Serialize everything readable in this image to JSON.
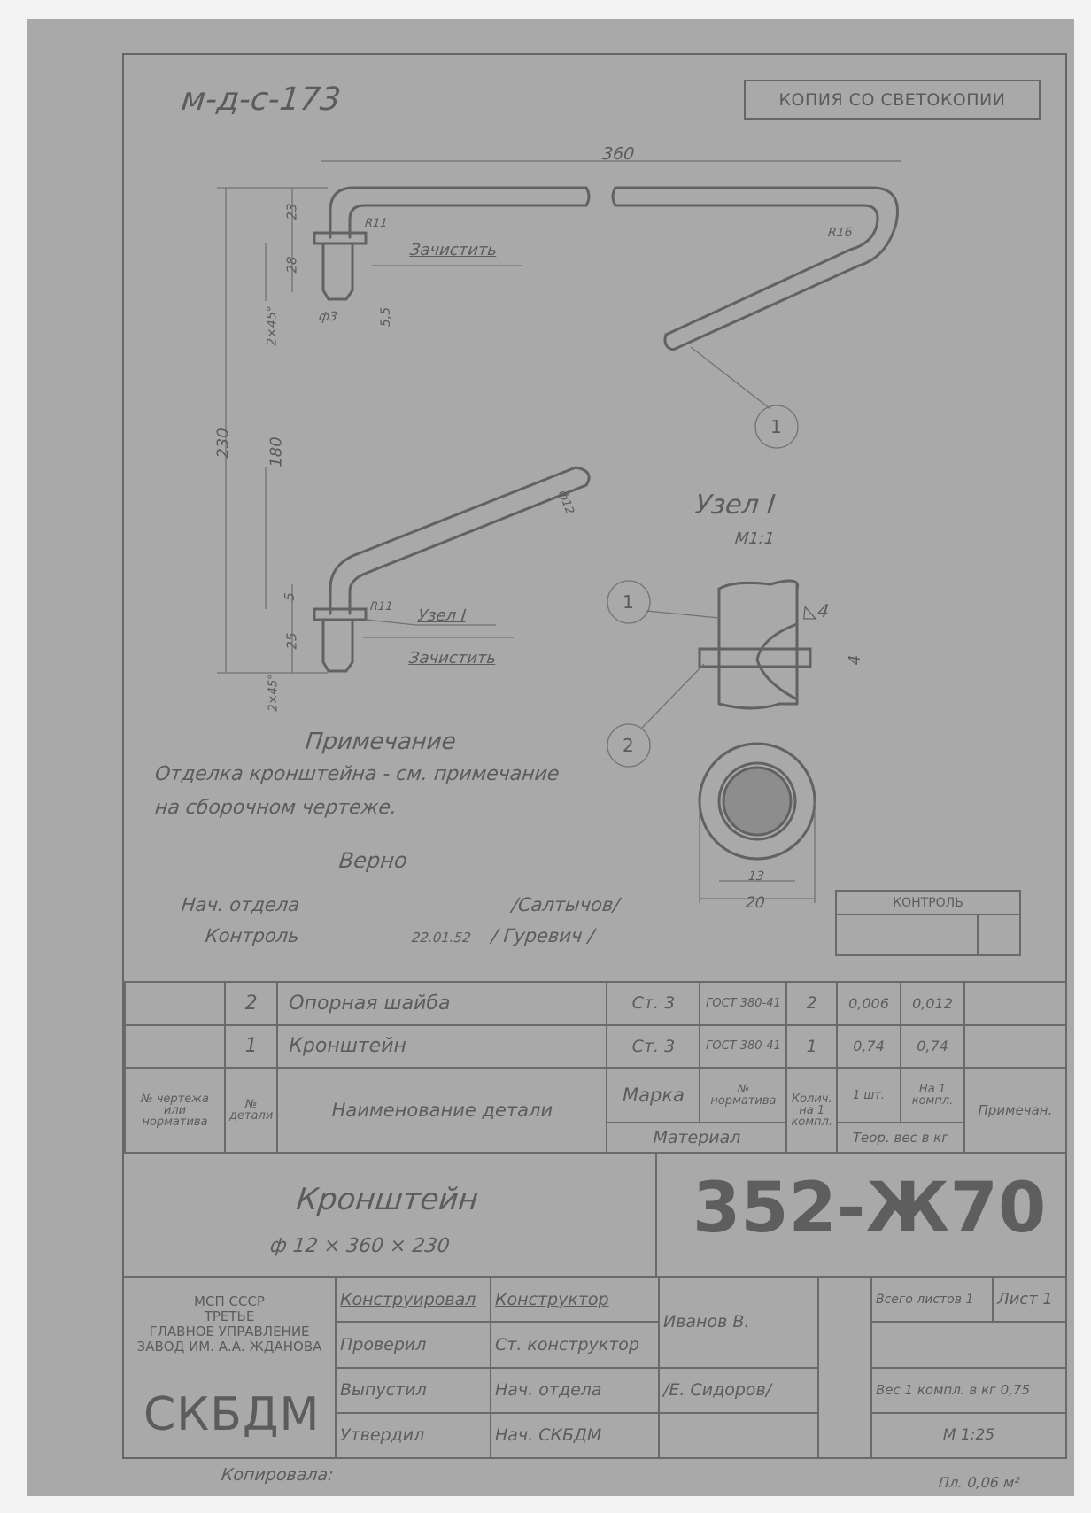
{
  "document": {
    "archive_code": "м-д-с-173",
    "stamp": "КОПИЯ СО СВЕТОКОПИИ",
    "drawing_number": "352-Ж70",
    "part_title": "Кронштейн",
    "part_size": "ф 12 × 360 × 230"
  },
  "dimensions": {
    "top_length": "360",
    "height_total": "230",
    "height_inner": "180",
    "dim_23": "23",
    "dim_28": "28",
    "dim_55": "5,5",
    "dim_5": "5",
    "dim_25": "25",
    "chamfer_top": "2×45°",
    "chamfer_bottom": "2×45°",
    "hole": "ф3",
    "radius_small_top": "R11",
    "radius_small_bottom": "R11",
    "radius_large": "R16",
    "rod_diameter": "ф12",
    "callout_clean_top": "Зачистить",
    "callout_clean_bottom": "Зачистить",
    "callout_node": "Узел I",
    "balloon_1": "1"
  },
  "detail": {
    "title": "Узел I",
    "scale": "М1:1",
    "balloon_1": "1",
    "balloon_2": "2",
    "weld": "◺4",
    "dim_4": "4",
    "dim_13": "13",
    "dim_20": "20"
  },
  "note": {
    "heading": "Примечание",
    "line1": "Отделка кронштейна - см. примечание",
    "line2": "на сборочном чертеже."
  },
  "approval": {
    "heading": "Верно",
    "line1_label": "Нач. отдела",
    "line1_name": "/Салтычов/",
    "line2_label": "Контроль",
    "line2_date": "22.01.52",
    "line2_name": "/ Гуревич /"
  },
  "control_box": {
    "label": "КОНТРОЛЬ"
  },
  "parts_table": {
    "rows": [
      {
        "drawing_no": "",
        "detail_no": "2",
        "name": "Опорная шайба",
        "grade": "Ст. 3",
        "standard": "ГОСТ 380-41",
        "qty": "2",
        "weight_each": "0,006",
        "weight_set": "0,012",
        "note": ""
      },
      {
        "drawing_no": "",
        "detail_no": "1",
        "name": "Кронштейн",
        "grade": "Ст. 3",
        "standard": "ГОСТ 380-41",
        "qty": "1",
        "weight_each": "0,74",
        "weight_set": "0,74",
        "note": ""
      }
    ],
    "headers": {
      "drawing_no": "№ чертежа или норматива",
      "detail_no": "№ детали",
      "name": "Наименование детали",
      "grade": "Марка",
      "standard": "№ норматива",
      "material": "Материал",
      "qty": "Колич. на 1 компл.",
      "weight_each": "1 шт.",
      "weight_set": "На 1 компл.",
      "weight_group": "Теор. вес в кг",
      "note": "Примечан."
    }
  },
  "title_block": {
    "org_lines": [
      "МСП СССР",
      "ТРЕТЬЕ",
      "ГЛАВНОЕ УПРАВЛЕНИЕ",
      "ЗАВОД ИМ. А.А. ЖДАНОВА"
    ],
    "org_abbr": "СКБДМ",
    "roles": [
      {
        "action": "Конструировал",
        "position": "Конструктор"
      },
      {
        "action": "Проверил",
        "position": "Ст. конструктор"
      },
      {
        "action": "Выпустил",
        "position": "Нач. отдела"
      },
      {
        "action": "Утвердил",
        "position": "Нач. СКБДМ"
      }
    ],
    "signer_1": "Иванов В.",
    "signer_2": "/Е. Сидоров/",
    "sheets_total": "Всего листов 1",
    "sheet": "Лист 1",
    "weight": "Вес 1 компл. в кг 0,75",
    "scale": "М 1:25"
  },
  "footer": {
    "copied_by": "Копировала:",
    "area": "Пл. 0,06 м²"
  }
}
